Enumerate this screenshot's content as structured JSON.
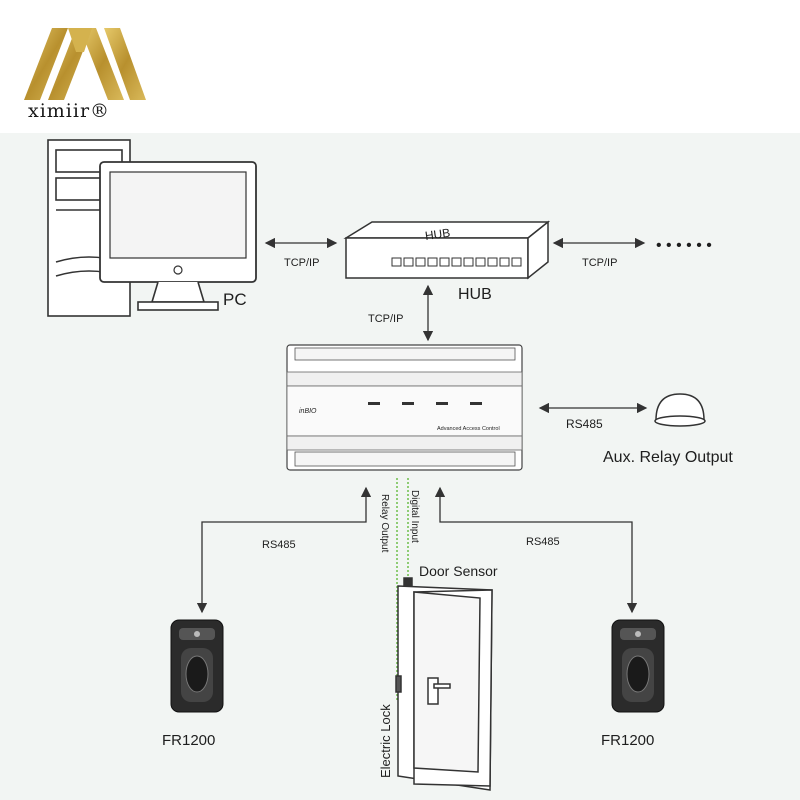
{
  "brand": {
    "name": "ximiir®",
    "color": "#c9a648"
  },
  "colors": {
    "line": "#333333",
    "dotted_line": "#6cbf4a",
    "device": "#e8eaea",
    "background": "#f2f5f3"
  },
  "devices": {
    "pc": "PC",
    "hub": "HUB",
    "hub_top_label": "HUB",
    "controller_brand": "inBIO",
    "controller_model_text": "Advanced Access Control",
    "aux_relay": "Aux. Relay Output",
    "door_sensor": "Door Sensor",
    "electric_lock": "Electric Lock",
    "reader_left": "FR1200",
    "reader_right": "FR1200"
  },
  "connections": {
    "pc_hub": "TCP/IP",
    "hub_more": "TCP/IP",
    "more_dots": "• • • • • •",
    "hub_controller": "TCP/IP",
    "controller_aux": "RS485",
    "controller_reader_left": "RS485",
    "controller_reader_right": "RS485",
    "relay_output": "Relay Output",
    "digital_input": "Digital Input"
  }
}
